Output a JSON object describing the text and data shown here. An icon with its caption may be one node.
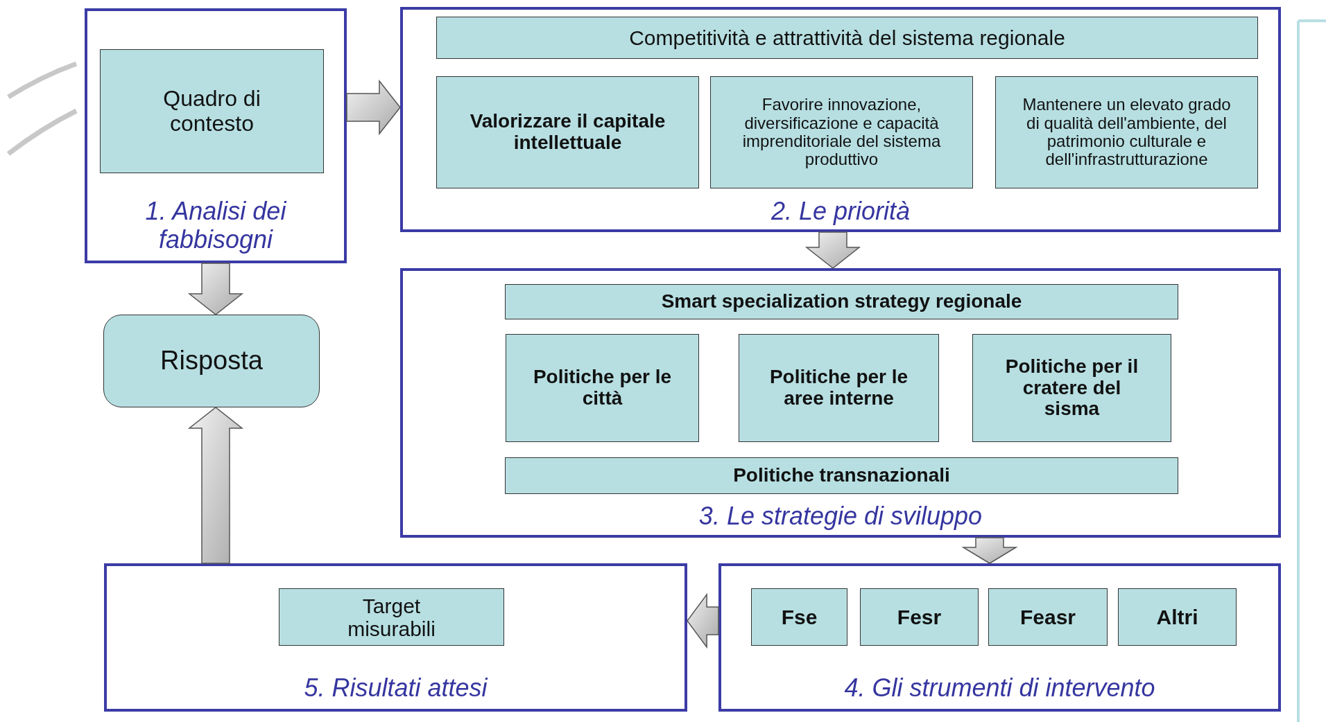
{
  "diagram": {
    "nodes": [
      {
        "text": [
          "1. Analisi dei fabbisogni"
        ]
      },
      {
        "text": [
          "Quadro di contesto"
        ],
        "in": 0
      },
      {
        "text": [
          "2. Le priorità"
        ]
      },
      {
        "text": [
          "Competitività e attrattività del sistema regionale"
        ],
        "in": 2
      },
      {
        "text": [
          "Valorizzare il capitale intellettuale"
        ],
        "in": 2
      },
      {
        "text": [
          "Favorire innovazione, diversificazione e capacità imprenditoriale del sistema produttivo"
        ],
        "in": 2
      },
      {
        "text": [
          "Mantenere un elevato grado di qualità dell'ambiente, del patrimonio culturale e dell'infrastrutturazione"
        ],
        "in": 2
      },
      {
        "text": [
          "3. Le strategie di sviluppo"
        ]
      },
      {
        "text": [
          "Smart specialization strategy regionale"
        ],
        "in": 7
      },
      {
        "text": [
          "Politiche per le città"
        ],
        "in": 7
      },
      {
        "text": [
          "Politiche per le aree interne"
        ],
        "in": 7
      },
      {
        "text": [
          "Politiche per il cratere del sisma"
        ],
        "in": 7
      },
      {
        "text": [
          "Politiche transnazionali"
        ],
        "in": 7
      },
      {
        "text": [
          "Risposta"
        ]
      },
      {
        "text": [
          "5. Risultati attesi"
        ]
      },
      {
        "text": [
          "Target misurabili"
        ],
        "in": 14
      },
      {
        "text": [
          "4. Gli strumenti di intervento"
        ]
      },
      {
        "text": [
          "Fse"
        ],
        "in": 16
      },
      {
        "text": [
          "Fesr"
        ],
        "in": 16
      },
      {
        "text": [
          "Feasr"
        ],
        "in": 16
      },
      {
        "text": [
          "Altri"
        ],
        "in": 16
      }
    ],
    "edges": [
      {
        "from": 0,
        "to": 2,
        "arrow": "to"
      },
      {
        "from": 0,
        "to": 13,
        "arrow": "to"
      },
      {
        "from": 2,
        "to": 7,
        "arrow": "to"
      },
      {
        "from": 7,
        "to": 16,
        "arrow": "to"
      },
      {
        "from": 16,
        "to": 14,
        "arrow": "to"
      },
      {
        "from": 14,
        "to": 13,
        "arrow": "to"
      }
    ]
  }
}
